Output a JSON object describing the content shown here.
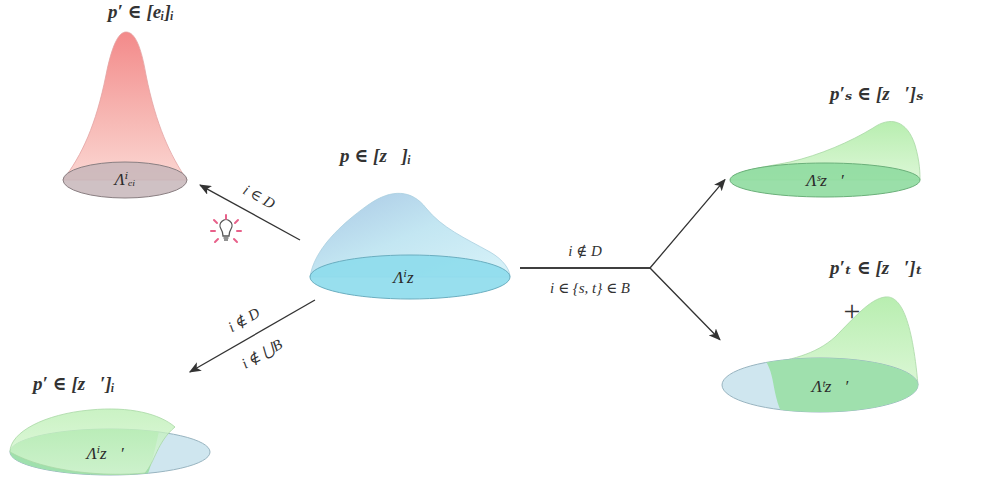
{
  "diagram": {
    "nodes": [
      {
        "text": [
          "p′ ∈ [eᵢ]ᵢ",
          "Λⁱₑᵢ"
        ]
      },
      {
        "text": [
          "p ∈ [z⃗]ᵢ",
          "Λⁱz⃗"
        ]
      },
      {
        "text": [
          "p′ ∈ [z⃗′]ᵢ",
          "Λⁱz⃗′"
        ]
      },
      {
        "text": [
          "p′ₛ ∈ [z⃗′]ₛ",
          "Λˢz⃗′"
        ]
      },
      {
        "text": [
          "p′ₜ ∈ [z⃗′]ₜ",
          "Λᵗz⃗′"
        ]
      }
    ],
    "edges": [
      {
        "from": 1,
        "to": 0,
        "arrow": "to",
        "label": "i ∈ D"
      },
      {
        "from": 1,
        "to": 2,
        "arrow": "to",
        "label": "i ∉ D"
      },
      {
        "from": 1,
        "to": 3,
        "arrow": "to",
        "label": "i ∉ D"
      },
      {
        "from": 1,
        "to": 4,
        "arrow": "to",
        "label": "i ∈ {s, t} ∈ B"
      }
    ],
    "labels": [
      "i ∉ ⋃B",
      "+"
    ]
  }
}
